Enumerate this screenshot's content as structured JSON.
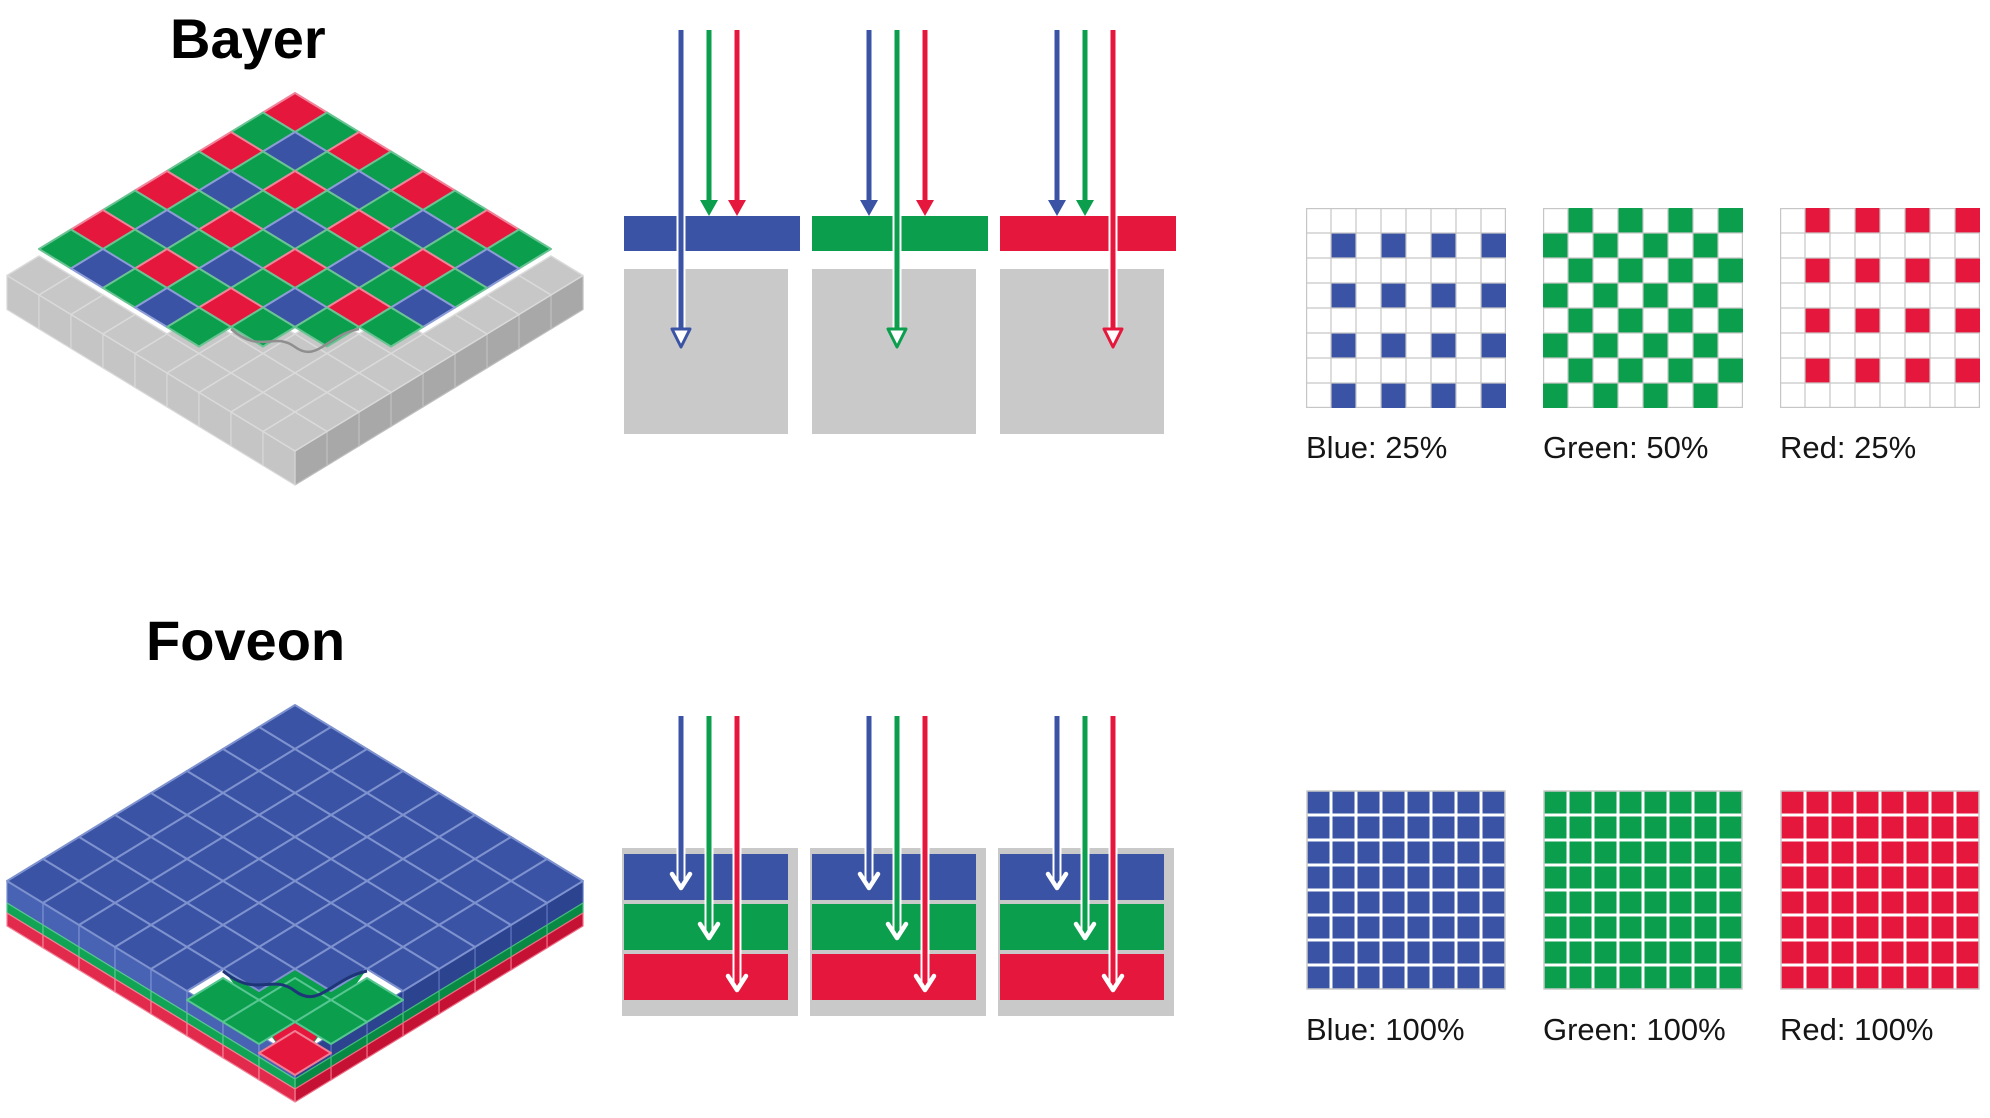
{
  "colors": {
    "blue": "#3a53a4",
    "green": "#0a9e4d",
    "red": "#e6173c",
    "sensor_gray": "#c9c9c9",
    "grid_line": "#c6c6c6",
    "text": "#151515"
  },
  "bayer": {
    "title": "Bayer",
    "filter_units": [
      {
        "filter": "blue"
      },
      {
        "filter": "green"
      },
      {
        "filter": "red"
      }
    ],
    "incoming_rays": [
      "blue",
      "green",
      "red"
    ],
    "grids": [
      {
        "id": "blue",
        "label": "Blue: 25%",
        "color": "blue",
        "coverage": "25%",
        "fill_rule": "odd-row-odd-col"
      },
      {
        "id": "green",
        "label": "Green: 50%",
        "color": "green",
        "coverage": "50%",
        "fill_rule": "checker"
      },
      {
        "id": "red",
        "label": "Red: 25%",
        "color": "red",
        "coverage": "25%",
        "fill_rule": "even-row-odd-col"
      }
    ]
  },
  "foveon": {
    "title": "Foveon",
    "stack_layers": [
      "blue",
      "green",
      "red"
    ],
    "incoming_rays": [
      "blue",
      "green",
      "red"
    ],
    "grids": [
      {
        "id": "blue",
        "label": "Blue: 100%",
        "color": "blue",
        "coverage": "100%",
        "fill_rule": "full"
      },
      {
        "id": "green",
        "label": "Green: 100%",
        "color": "green",
        "coverage": "100%",
        "fill_rule": "full"
      },
      {
        "id": "red",
        "label": "Red: 100%",
        "color": "red",
        "coverage": "100%",
        "fill_rule": "full"
      }
    ]
  }
}
